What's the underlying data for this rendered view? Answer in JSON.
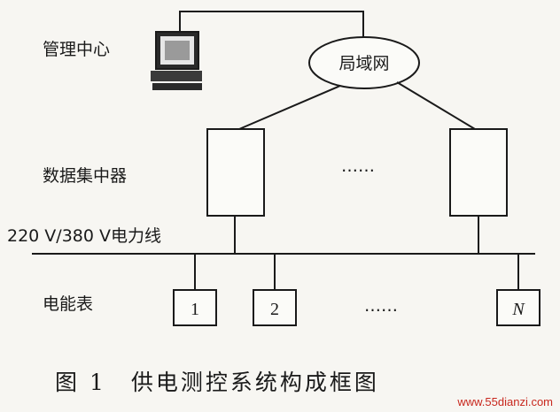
{
  "labels": {
    "management_center": "管理中心",
    "lan": "局域网",
    "data_concentrator": "数据集中器",
    "power_line": "220 V/380 V电力线",
    "energy_meter": "电能表",
    "ellipsis_concentrators": "……",
    "ellipsis_meters": "……"
  },
  "meters": [
    "1",
    "2",
    "N"
  ],
  "caption": "图 1　供电测控系统构成框图",
  "watermark": "www.55dianzi.com"
}
